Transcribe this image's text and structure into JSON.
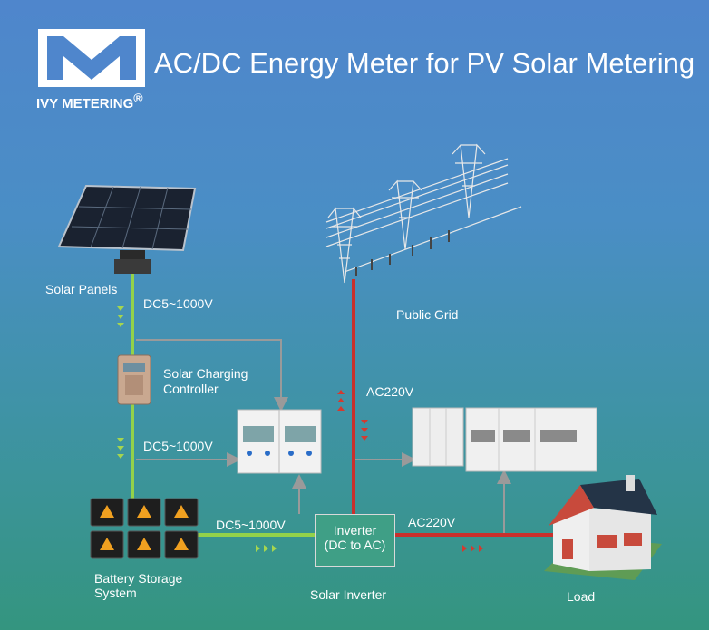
{
  "header": {
    "title": "AC/DC Energy Meter for PV Solar Metering",
    "brand": "IVY METERING",
    "brand_mark": "®"
  },
  "labels": {
    "solar_panels": "Solar Panels",
    "dc_voltage_1": "DC5~1000V",
    "charging_controller_1": "Solar Charging",
    "charging_controller_2": "Controller",
    "dc_voltage_2": "DC5~1000V",
    "dc_voltage_3": "DC5~1000V",
    "public_grid": "Public Grid",
    "ac_voltage_grid": "AC220V",
    "ac_voltage_load": "AC220V",
    "inverter_line1": "Inverter",
    "inverter_line2": "(DC to AC)",
    "solar_inverter": "Solar Inverter",
    "battery_line1": "Battery Storage",
    "battery_line2": "System",
    "load": "Load"
  },
  "colors": {
    "dc_line": "#93d24a",
    "ac_line": "#c9302c",
    "signal_line": "#9a9a9a",
    "arrow_dc": "#a6d64e",
    "arrow_ac": "#d43a2f"
  },
  "icons": [
    "logo-m-icon",
    "solar-panel-icon",
    "charge-controller-icon",
    "battery-icon",
    "dc-meter-icon",
    "ac-meter-icon",
    "power-tower-icon",
    "house-icon"
  ]
}
